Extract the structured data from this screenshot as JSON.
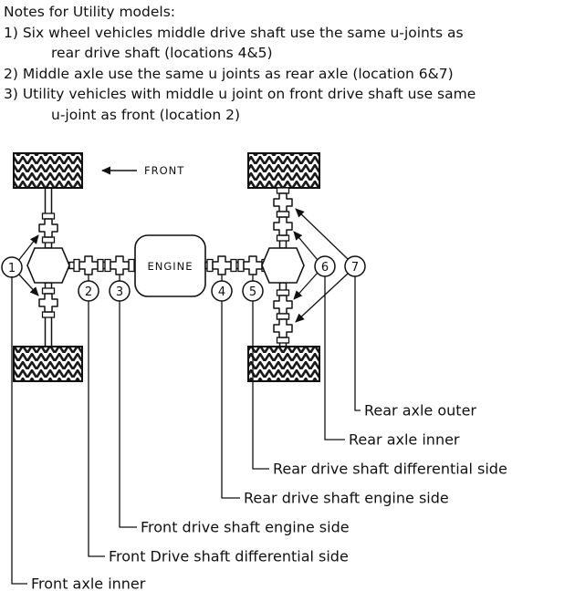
{
  "notes": {
    "lines": [
      "Notes for Utility models:",
      "1) Six wheel vehicles middle drive shaft use the same u-joints as",
      "rear drive shaft (locations 4&5)",
      "2) Middle axle use the same u joints as rear axle (location 6&7)",
      "3) Utility vehicles with middle u joint on front drive shaft use same",
      "u-joint as front (location 2)"
    ]
  },
  "diagram": {
    "front_label": "FRONT",
    "engine_label": "ENGINE",
    "markers": [
      "1",
      "2",
      "3",
      "4",
      "5",
      "6",
      "7"
    ]
  },
  "callouts": {
    "front_axle_inner": "Front axle inner",
    "front_drive_shaft_differential_side": "Front Drive shaft differential side",
    "front_drive_shaft_engine_side": "Front drive shaft engine side",
    "rear_drive_shaft_engine_side": "Rear drive shaft engine side",
    "rear_drive_shaft_differential_side": "Rear drive shaft differential side",
    "rear_axle_inner": "Rear axle inner",
    "rear_axle_outer": "Rear axle outer"
  }
}
